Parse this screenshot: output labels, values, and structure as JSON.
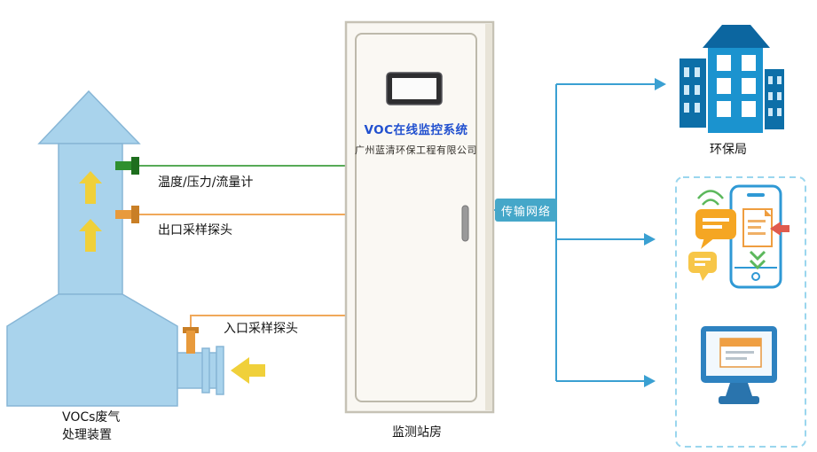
{
  "labels": {
    "flow_meter": "温度/压力/流量计",
    "outlet_probe": "出口采样探头",
    "inlet_probe": "入口采样探头",
    "device_line1": "VOCs废气",
    "device_line2": "处理装置",
    "station": "监测站房",
    "network": "传输网络",
    "epa": "环保局"
  },
  "cabinet": {
    "title": "VOC在线监控系统",
    "company": "广州蓝清环保工程有限公司"
  },
  "icons": {
    "stack": "vocs-treatment-stack-icon",
    "up_arrows": "gas-flow-up-arrow-icon",
    "inlet_arrow": "gas-inlet-left-arrow-icon",
    "green_valve": "flow-meter-tap-icon",
    "orange_valves": "sampling-probe-tap-icon",
    "cabinet": "monitoring-cabinet-icon",
    "building": "epa-building-icon",
    "phone": "smartphone-messages-icon",
    "monitor": "desktop-computer-icon"
  },
  "colors": {
    "stack_fill": "#a9d3ec",
    "stack_stroke": "#87b6d6",
    "accent_yellow": "#f0d03a",
    "accent_green": "#2f8f2f",
    "green_line": "#57aa57",
    "accent_orange": "#e executed89a3c",
    "orange_line": "#f0a85a",
    "flow_blue": "#3aa0d2",
    "network_bg": "#45a7c9",
    "title_blue": "#2150cf",
    "building_blue": "#1b93cf",
    "building_dark": "#0d6fa8"
  }
}
